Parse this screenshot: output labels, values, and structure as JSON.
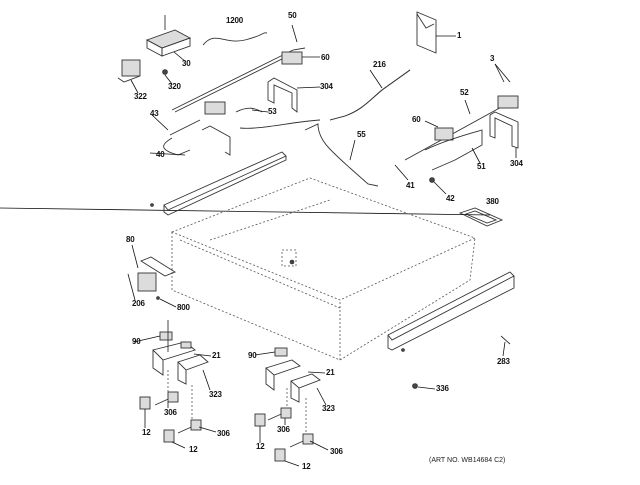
{
  "diagram": {
    "title": "Exploded parts diagram - cooktop burner/valve assembly",
    "art_number": "(ART NO. WB14684 C2)",
    "callouts": [
      {
        "id": "c-1",
        "text": "1"
      },
      {
        "id": "c-3",
        "text": "3"
      },
      {
        "id": "c-12a",
        "text": "12"
      },
      {
        "id": "c-12b",
        "text": "12"
      },
      {
        "id": "c-12c",
        "text": "12"
      },
      {
        "id": "c-12d",
        "text": "12"
      },
      {
        "id": "c-21a",
        "text": "21"
      },
      {
        "id": "c-21b",
        "text": "21"
      },
      {
        "id": "c-30",
        "text": "30"
      },
      {
        "id": "c-40",
        "text": "40"
      },
      {
        "id": "c-41",
        "text": "41"
      },
      {
        "id": "c-42",
        "text": "42"
      },
      {
        "id": "c-43",
        "text": "43"
      },
      {
        "id": "c-50",
        "text": "50"
      },
      {
        "id": "c-51",
        "text": "51"
      },
      {
        "id": "c-52",
        "text": "52"
      },
      {
        "id": "c-53",
        "text": "53"
      },
      {
        "id": "c-55",
        "text": "55"
      },
      {
        "id": "c-60a",
        "text": "60"
      },
      {
        "id": "c-60b",
        "text": "60"
      },
      {
        "id": "c-80",
        "text": "80"
      },
      {
        "id": "c-90a",
        "text": "90"
      },
      {
        "id": "c-90b",
        "text": "90"
      },
      {
        "id": "c-206",
        "text": "206"
      },
      {
        "id": "c-216",
        "text": "216"
      },
      {
        "id": "c-283",
        "text": "283"
      },
      {
        "id": "c-304a",
        "text": "304"
      },
      {
        "id": "c-304b",
        "text": "304"
      },
      {
        "id": "c-306a",
        "text": "306"
      },
      {
        "id": "c-306b",
        "text": "306"
      },
      {
        "id": "c-306c",
        "text": "306"
      },
      {
        "id": "c-306d",
        "text": "306"
      },
      {
        "id": "c-320",
        "text": "320"
      },
      {
        "id": "c-322",
        "text": "322"
      },
      {
        "id": "c-323a",
        "text": "323"
      },
      {
        "id": "c-323b",
        "text": "323"
      },
      {
        "id": "c-336",
        "text": "336"
      },
      {
        "id": "c-380",
        "text": "380"
      },
      {
        "id": "c-800",
        "text": "800"
      },
      {
        "id": "c-1200",
        "text": "1200"
      }
    ]
  }
}
